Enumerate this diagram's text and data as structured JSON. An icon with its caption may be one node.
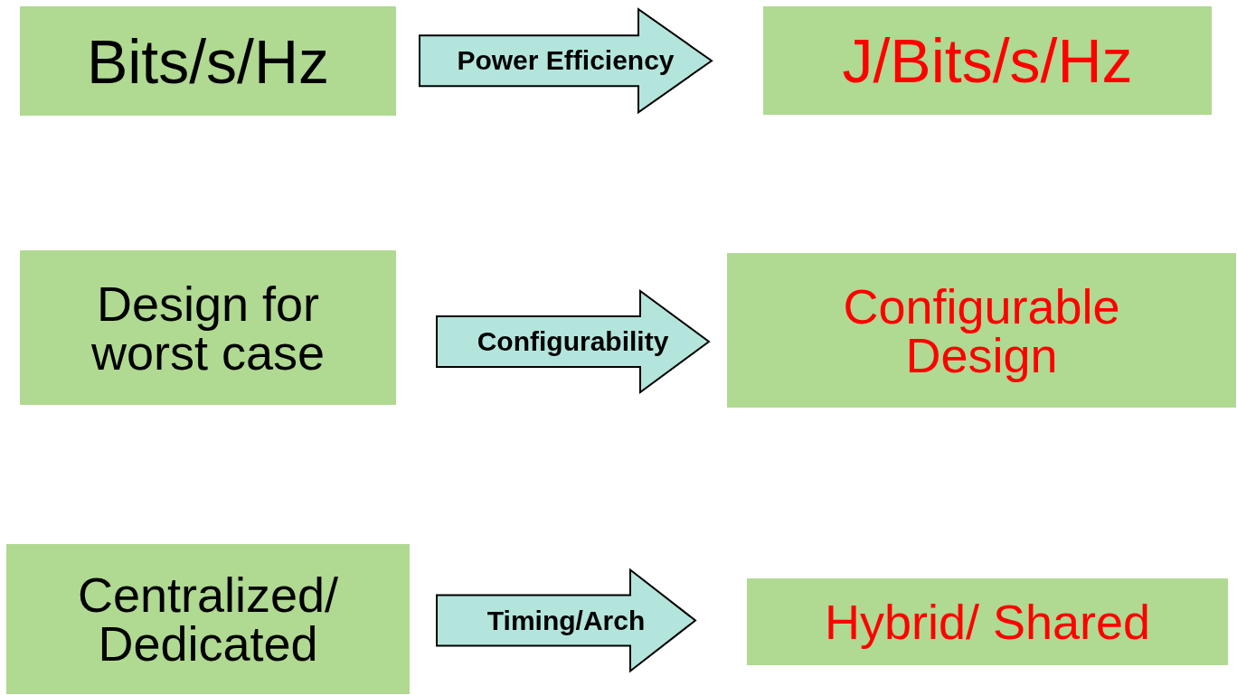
{
  "diagram": {
    "nodes": [
      {
        "text": [
          "Bits/s/Hz"
        ]
      },
      {
        "text": [
          "J/Bits/s/Hz"
        ]
      },
      {
        "text": [
          "Design for worst case"
        ]
      },
      {
        "text": [
          "Configurable Design"
        ]
      },
      {
        "text": [
          "Centralized/ Dedicated"
        ]
      },
      {
        "text": [
          "Hybrid/ Shared"
        ]
      }
    ],
    "edges": [
      {
        "from": 0,
        "to": 1,
        "arrow": "to",
        "label": "Power Efficiency"
      },
      {
        "from": 2,
        "to": 3,
        "arrow": "to",
        "label": "Configurability"
      },
      {
        "from": 4,
        "to": 5,
        "arrow": "to",
        "label": "Timing/Arch"
      }
    ]
  }
}
